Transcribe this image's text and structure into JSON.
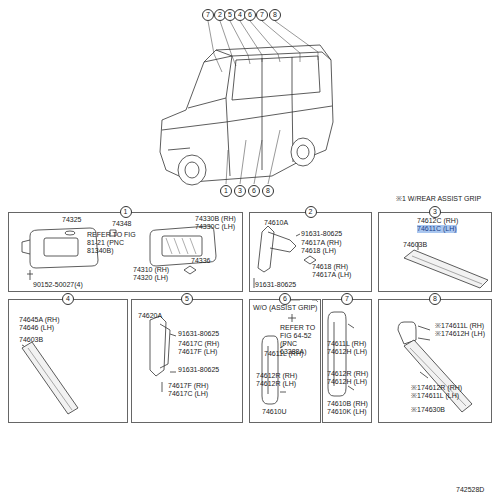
{
  "diagram": {
    "nodes": [
      {
        "text": [
          "1",
          "74325",
          "74348",
          "REFER TO FIG 81-21 (PNC 81340B)",
          "74310 (RH)",
          "74320 (LH)",
          "74330B (RH)",
          "74330C (LH)",
          "74336",
          "90152-50027(4)"
        ]
      },
      {
        "text": [
          "2",
          "74610A",
          "91631-80625",
          "74617A (RH)",
          "74618 (LH)",
          "91631-80625",
          "74618 (RH)",
          "74617A (LH)"
        ]
      },
      {
        "text": [
          "3",
          "74612C (RH)",
          "74611C (LH)",
          "74603B"
        ]
      },
      {
        "text": [
          "4",
          "74645A (RH)",
          "74646 (LH)",
          "74603B"
        ]
      },
      {
        "text": [
          "5",
          "74620A",
          "91631-80625",
          "74617C (RH)",
          "74617F (LH)",
          "91631-80625",
          "74617F (RH)",
          "74617C (LH)"
        ]
      },
      {
        "text": [
          "6",
          "W/O (ASSIST GRIP)",
          "REFER TO FIG 64-52 (PNC 63388A)",
          "74611L (RH)",
          "74612R (RH)",
          "74612R (LH)",
          "74610U"
        ]
      },
      {
        "text": [
          "7",
          "74611L (RH)",
          "74612H (LH)",
          "74612R (RH)",
          "74612H (LH)",
          "74610B (RH)",
          "74610K (LH)"
        ]
      },
      {
        "text": [
          "8",
          "※174611L (RH)",
          "※174612H (LH)",
          "※174612R (RH)",
          "※174611L (LH)",
          "※174630B"
        ]
      }
    ],
    "labels": [
      "7",
      "2",
      "5",
      "4",
      "6",
      "7",
      "8",
      "1",
      "3",
      "6",
      "8",
      "※1 W/REAR ASSIST GRIP",
      "742528D"
    ]
  }
}
